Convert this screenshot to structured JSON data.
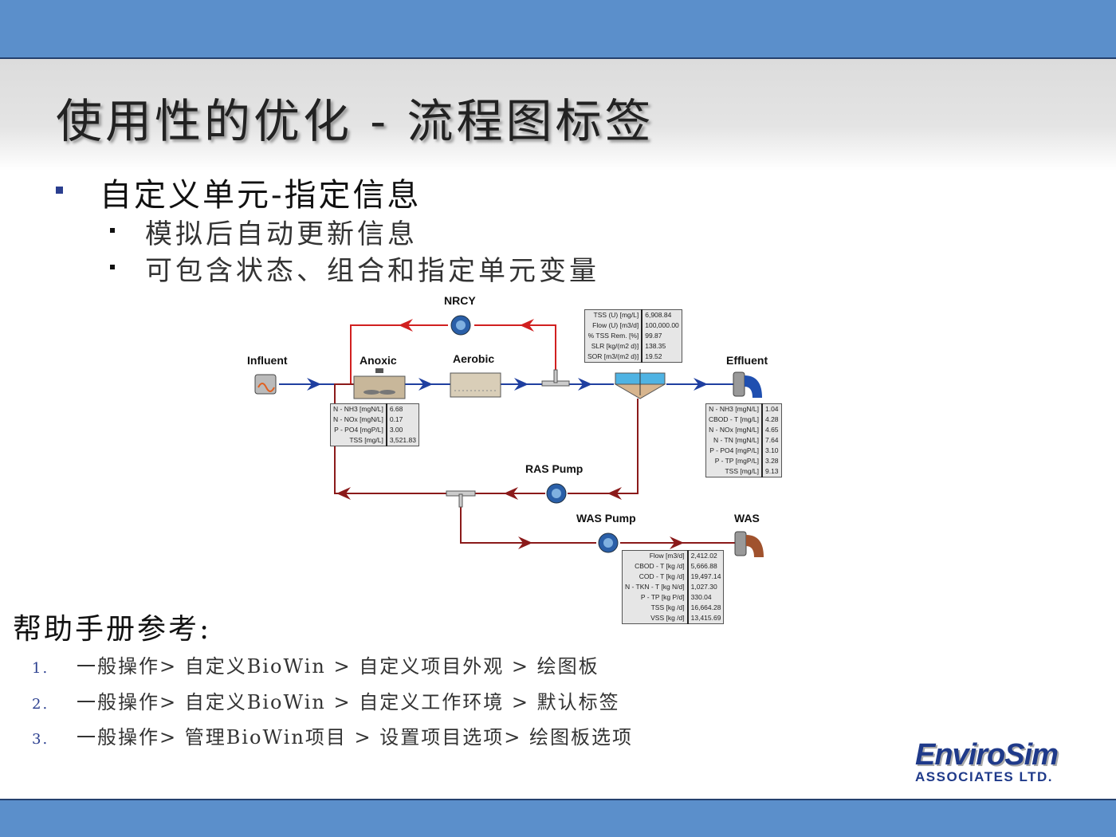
{
  "title": "使用性的优化 - 流程图标签",
  "bullet": "自定义单元-指定信息",
  "sub_bullets": [
    "模拟后自动更新信息",
    "可包含状态、组合和指定单元变量"
  ],
  "diagram": {
    "labels": {
      "nrcy": "NRCY",
      "influent": "Influent",
      "anoxic": "Anoxic",
      "aerobic": "Aerobic",
      "effluent": "Effluent",
      "ras_pump": "RAS Pump",
      "was_pump": "WAS Pump",
      "was": "WAS"
    },
    "clarifier_table": [
      [
        "TSS (U)  [mg/L]",
        "6,908.84"
      ],
      [
        "Flow (U)  [m3/d]",
        "100,000.00"
      ],
      [
        "% TSS Rem.  [%]",
        "99.87"
      ],
      [
        "SLR  [kg/(m2 d)]",
        "138.35"
      ],
      [
        "SOR  [m3/(m2 d)]",
        "19.52"
      ]
    ],
    "anoxic_table": [
      [
        "N - NH3  [mgN/L]",
        "6.68"
      ],
      [
        "N - NOx  [mgN/L]",
        "0.17"
      ],
      [
        "P - PO4  [mgP/L]",
        "3.00"
      ],
      [
        "TSS  [mg/L]",
        "3,521.83"
      ]
    ],
    "effluent_table": [
      [
        "N - NH3  [mgN/L]",
        "1.04"
      ],
      [
        "CBOD - T  [mg/L]",
        "4.28"
      ],
      [
        "N - NOx  [mgN/L]",
        "4.65"
      ],
      [
        "N - TN  [mgN/L]",
        "7.64"
      ],
      [
        "P - PO4  [mgP/L]",
        "3.10"
      ],
      [
        "P - TP  [mgP/L]",
        "3.28"
      ],
      [
        "TSS  [mg/L]",
        "9.13"
      ]
    ],
    "was_table": [
      [
        "Flow  [m3/d]",
        "2,412.02"
      ],
      [
        "CBOD - T  [kg /d]",
        "5,666.88"
      ],
      [
        "COD - T  [kg /d]",
        "19,497.14"
      ],
      [
        "N - TKN - T  [kg N/d]",
        "1,027.30"
      ],
      [
        "P - TP  [kg P/d]",
        "330.04"
      ],
      [
        "TSS  [kg /d]",
        "16,664.28"
      ],
      [
        "VSS  [kg /d]",
        "13,415.69"
      ]
    ]
  },
  "help_heading": "帮助手册参考:",
  "references": [
    {
      "num": "1.",
      "text": "一般操作> 自定义BioWin > 自定义项目外观 > 绘图板"
    },
    {
      "num": "2.",
      "text": "一般操作> 自定义BioWin > 自定义工作环境 > 默认标签"
    },
    {
      "num": "3.",
      "text": "一般操作> 管理BioWin项目 > 设置项目选项> 绘图板选项"
    }
  ],
  "logo": {
    "line1": "EnviroSim",
    "line2": "ASSOCIATES LTD."
  }
}
